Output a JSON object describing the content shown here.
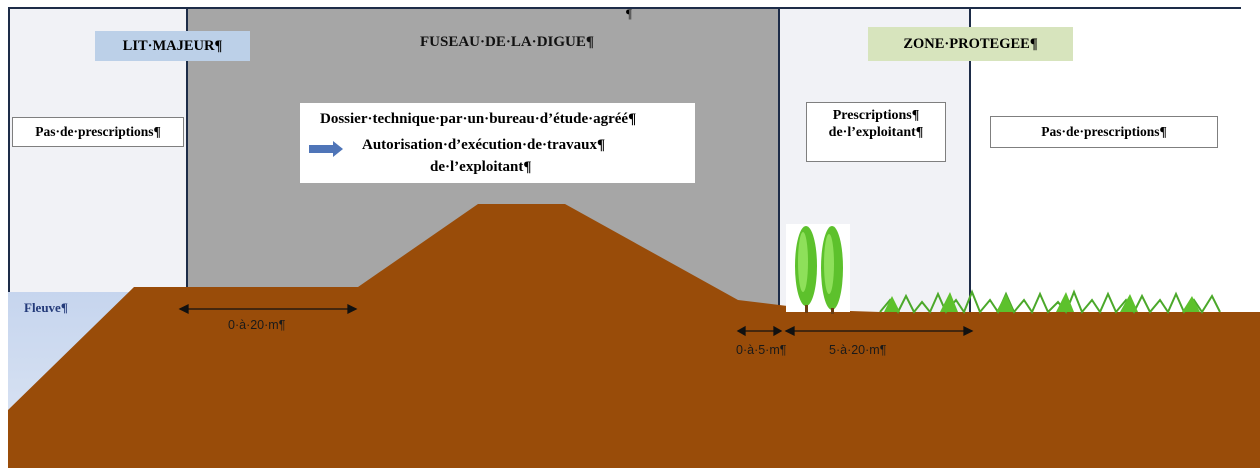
{
  "zones": {
    "lit_majeur": {
      "title": "LIT·MAJEUR¶",
      "note": "Pas·de·prescriptions¶"
    },
    "fuseau": {
      "title": "FUSEAU·DE·LA·DIGUE¶",
      "pilcrow": "¶",
      "dossier_line1": "Dossier·technique·par·un·bureau·d’étude·agréé¶",
      "dossier_line2": "Autorisation·d’exécution·de·travaux¶",
      "dossier_line3": "de·l’exploitant¶"
    },
    "zone_protegee": {
      "title": "ZONE·PROTEGEE¶",
      "presc_line1": "Prescriptions¶",
      "presc_line2": "de·l’exploitant¶"
    },
    "right": {
      "note": "Pas·de·prescriptions¶"
    }
  },
  "fleuve": {
    "label": "Fleuve¶"
  },
  "measures": {
    "left": "0·à·20·m¶",
    "near": "0·à·5·m¶",
    "far": "5·à·20·m¶"
  },
  "colors": {
    "earth": "#994c09",
    "fuseau": "#a6a6a6",
    "light_zone": "#f1f2f6",
    "border": "#1d2c48",
    "lit_title_bg": "#bcd0e8",
    "zone_title_bg": "#d7e4bd",
    "arrow": "#4f75b8",
    "fleuve": "#c6d5ee",
    "tree": "#5dc12c",
    "grass": "#4ba82a"
  },
  "icons": [
    "right-arrow-icon",
    "cypress-tree-icon",
    "grass-icon",
    "double-arrow-icon"
  ]
}
